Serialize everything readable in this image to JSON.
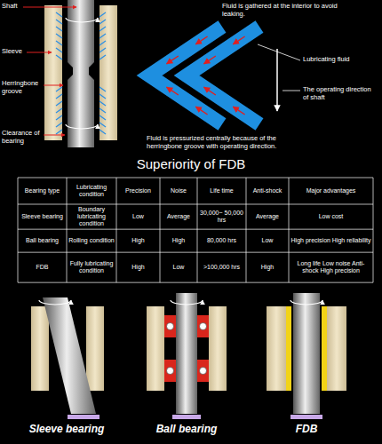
{
  "diagram": {
    "title": "Superiority of FDB",
    "labels": [
      "Shaft",
      "Sleeve",
      "Herringbone groove",
      "Clearance of bearing",
      "Fluid is gathered at the interior to avoid leaking.",
      "Lubricating fluid",
      "The operating direction of shaft",
      "Fluid is pressurized centrally because of the herringbone groove with operating direction.",
      "Bearing type",
      "Lubricating condition",
      "Precision",
      "Noise",
      "Life time",
      "Anti-shock",
      "Major advantages",
      "Sleeve bearing",
      "Boundary lubricating condition",
      "Low",
      "Average",
      "30,000~ 50,000 hrs",
      "Average",
      "Low cost",
      "Ball bearing",
      "Rolling condition",
      "High",
      "High",
      "80,000 hrs",
      "Low",
      "High precision High reliability",
      "FDB",
      "Fully lubricating condition",
      "High",
      "Low",
      ">100,000 hrs",
      "High",
      "Long life Low noise Anti-shock High precision",
      "Sleeve bearing",
      "Ball bearing",
      "FDB"
    ]
  }
}
